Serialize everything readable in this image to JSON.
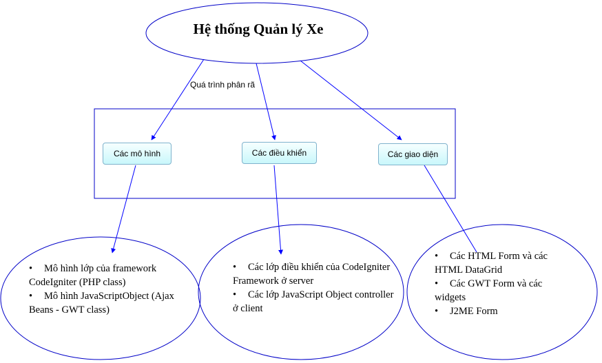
{
  "title": "Hệ thống Quản lý Xe",
  "edge_label": "Quá trình phân rã",
  "components": [
    {
      "label": "Các mô hình"
    },
    {
      "label": "Các điều khiển"
    },
    {
      "label": "Các giao diện"
    }
  ],
  "details": [
    {
      "items": [
        "Mô hình lớp của framework CodeIgniter (PHP class)",
        "Mô hình JavaScriptObject (Ajax Beans - GWT class)"
      ]
    },
    {
      "items": [
        "Các lớp điều khiển của CodeIgniter Framework ở server",
        "Các lớp JavaScript Object controller ở client"
      ]
    },
    {
      "items": [
        "Các HTML Form và các HTML DataGrid",
        "Các GWT Form và các widgets",
        "J2ME Form"
      ]
    }
  ],
  "colors": {
    "lines": "#0000ff",
    "ellipse_stroke": "#0000c8",
    "node_fill": "#d6fbfd"
  }
}
